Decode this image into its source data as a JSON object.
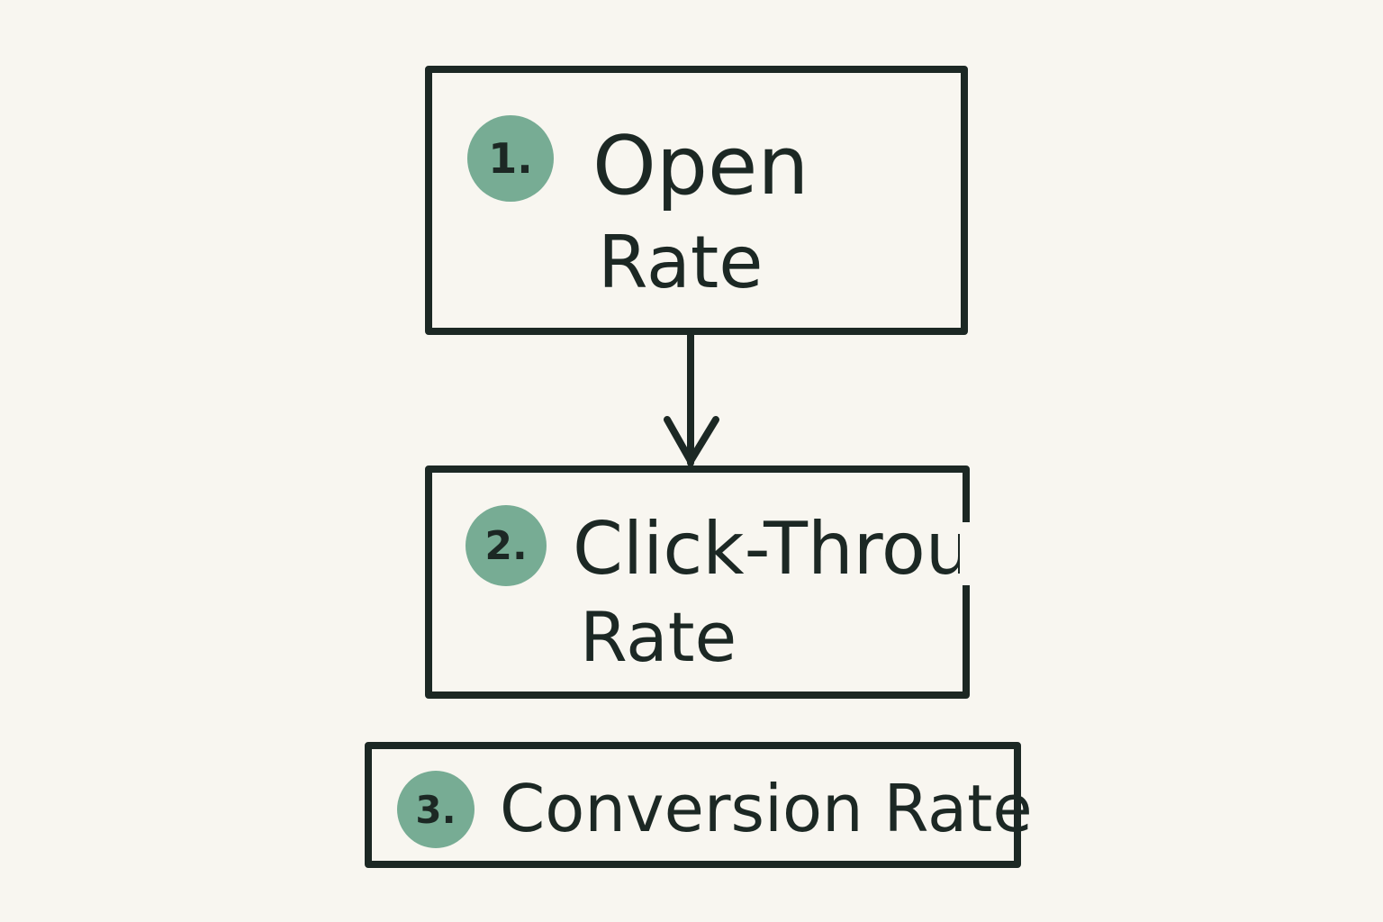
{
  "steps": [
    {
      "number": "1.",
      "line1": "Open",
      "line2": "Rate"
    },
    {
      "number": "2.",
      "line1": "Click-Through",
      "line2": "Rate"
    },
    {
      "number": "3.",
      "label": "Conversion Rate"
    }
  ],
  "colors": {
    "background": "#f8f6f0",
    "stroke": "#1c2824",
    "badge": "#77ac94"
  }
}
